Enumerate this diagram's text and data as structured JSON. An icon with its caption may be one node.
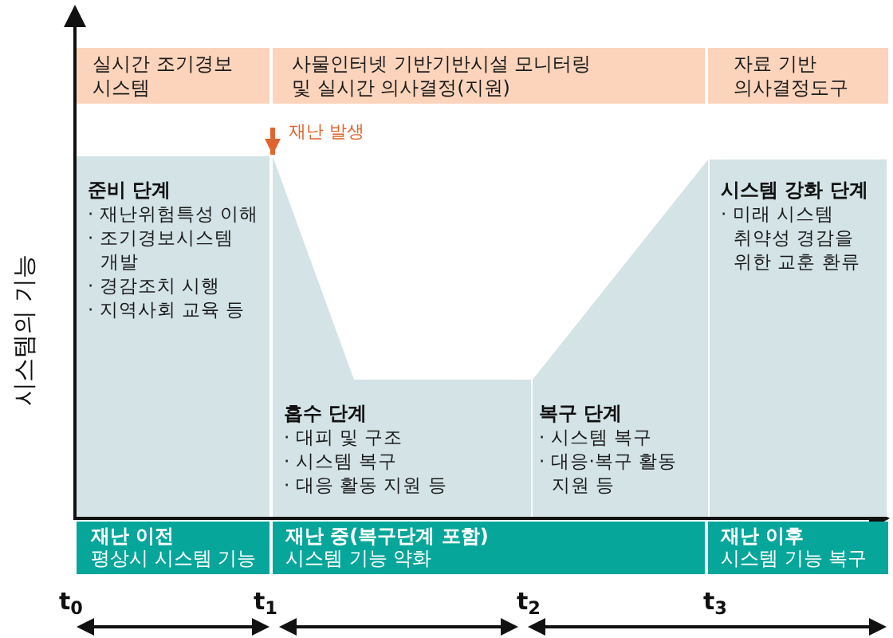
{
  "diagram": {
    "nodes": [
      {
        "text": [
          "실시간 조기경보 시스템"
        ]
      },
      {
        "text": [
          "사물인터넷 기반기반시설 모니터링 및 실시간 의사결정(지원)"
        ]
      },
      {
        "text": [
          "자료 기반 의사결정도구"
        ]
      },
      {
        "text": [
          "준비 단계",
          "· 재난위험특성 이해",
          "· 조기경보시스템 개발",
          "· 경감조치 시행",
          "· 지역사회 교육 등"
        ]
      },
      {
        "text": [
          "흡수 단계",
          "· 대피 및 구조",
          "· 시스템 복구",
          "· 대응 활동 지원 등"
        ]
      },
      {
        "text": [
          "복구 단계",
          "· 시스템 복구",
          "· 대응·복구 활동 지원 등"
        ]
      },
      {
        "text": [
          "시스템 강화 단계",
          "· 미래 시스템 취약성 경감을 위한 교훈 환류"
        ]
      },
      {
        "text": [
          "재난 이전",
          "평상시 시스템 기능"
        ]
      },
      {
        "text": [
          "재난 중(복구단계 포함)",
          "시스템 기능 약화"
        ]
      },
      {
        "text": [
          "재난 이후",
          "시스템 기능 복구"
        ]
      }
    ],
    "edges": [
      {
        "from": null,
        "to": 4,
        "arrow": "to",
        "label": "재난 발생",
        "color": "#e0652f"
      }
    ],
    "labels": [
      "시스템의 기능",
      "t$_{0}$",
      "t$_{1}$",
      "t$_{2}$",
      "t$_{3}$"
    ]
  }
}
